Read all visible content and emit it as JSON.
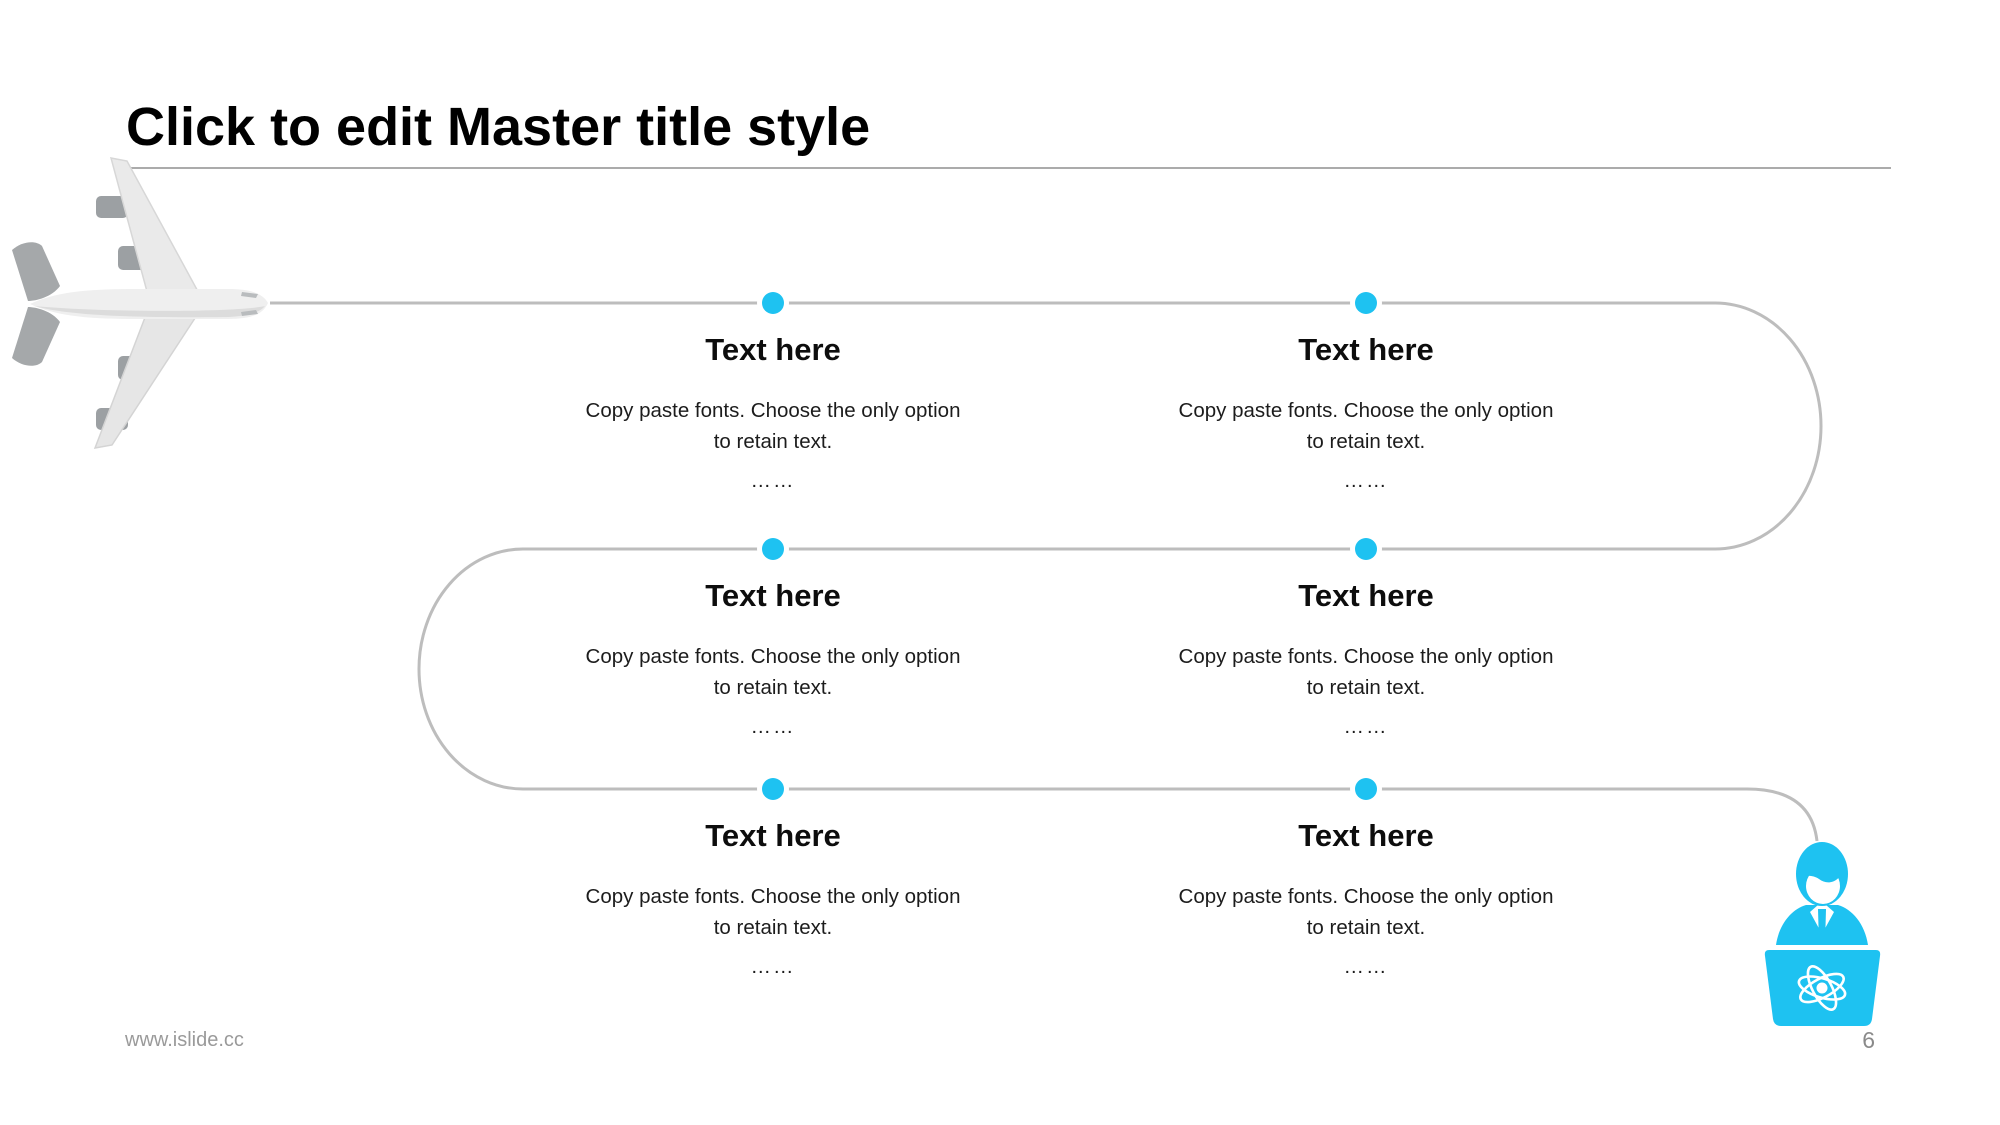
{
  "slide": {
    "title": "Click to edit Master title style",
    "footer_url": "www.islide.cc",
    "page_number": "6"
  },
  "colors": {
    "accent": "#1ec2f1",
    "path_line": "#bdbdbd",
    "underline": "#ababab",
    "plane_body": "#efefef",
    "plane_shade": "#dcdcdc",
    "plane_dark": "#a5a8aa",
    "text": "#111111",
    "footer_gray": "#9a9a9a"
  },
  "icons": {
    "start": "airplane-icon",
    "end": "presenter-podium-icon",
    "marker": "milestone-dot"
  },
  "milestones": [
    {
      "heading": "Text here",
      "line1": "Copy paste fonts. Choose the only option",
      "line2": "to retain text.",
      "more": "……"
    },
    {
      "heading": "Text here",
      "line1": "Copy paste fonts. Choose the only option",
      "line2": "to retain text.",
      "more": "……"
    },
    {
      "heading": "Text here",
      "line1": "Copy paste fonts. Choose the only option",
      "line2": "to retain text.",
      "more": "……"
    },
    {
      "heading": "Text here",
      "line1": "Copy paste fonts. Choose the only option",
      "line2": "to retain text.",
      "more": "……"
    },
    {
      "heading": "Text here",
      "line1": "Copy paste fonts. Choose the only option",
      "line2": "to retain text.",
      "more": "……"
    },
    {
      "heading": "Text here",
      "line1": "Copy paste fonts. Choose the only option",
      "line2": "to retain text.",
      "more": "……"
    }
  ]
}
